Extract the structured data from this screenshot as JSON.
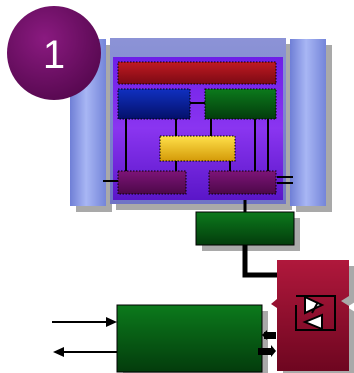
{
  "step_badge": {
    "number": "1",
    "color": "#6b0f63"
  },
  "colors": {
    "side_panel": "#8f9fe6",
    "chip_outer_frame": "#8e97d8",
    "chip_core": "#7a25e6",
    "top_bar": "#a3101d",
    "blue_block": "#091c9c",
    "green_block": "#055012",
    "yellow_block": "#f1c619",
    "purple_block": "#6a1066",
    "output_block": "#0a5514",
    "connector_block": "#940b2d",
    "bus_block": "#075a16",
    "wire": "#000000"
  },
  "blocks": [
    "top-bar",
    "blue-block",
    "green-block",
    "yellow-block",
    "purple-block-left",
    "purple-block-right",
    "output-block",
    "connector-block",
    "bus-block"
  ],
  "icons": {
    "connector": "bidirectional-triangles-icon",
    "input_arrow": "arrow-right-icon",
    "output_arrow": "arrow-left-icon"
  }
}
